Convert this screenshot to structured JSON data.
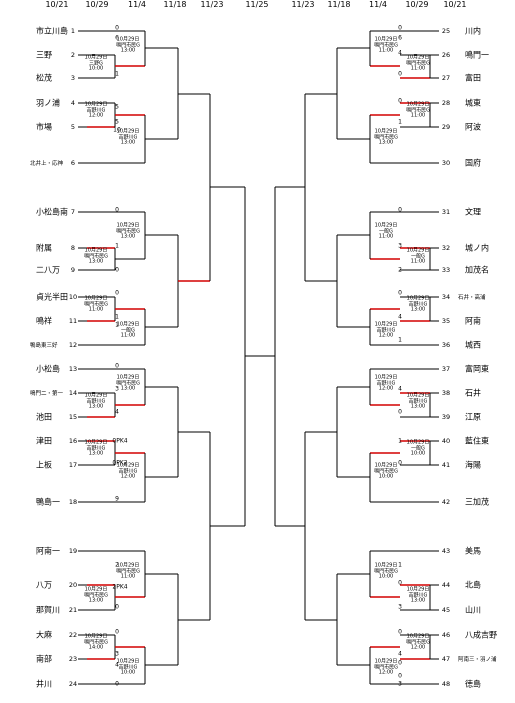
{
  "header": {
    "dates": [
      "10/21",
      "10/29",
      "11/4",
      "11/18",
      "11/23",
      "11/25",
      "11/23",
      "11/18",
      "11/4",
      "10/29",
      "10/21"
    ]
  },
  "colors": {
    "line": "#000000",
    "winner": "#d40000"
  },
  "left_teams": [
    {
      "num": "1",
      "name": "市立川島"
    },
    {
      "num": "2",
      "name": "三野"
    },
    {
      "num": "3",
      "name": "松茂"
    },
    {
      "num": "4",
      "name": "羽ノ浦"
    },
    {
      "num": "5",
      "name": "市場"
    },
    {
      "num": "6",
      "name": "北井上・応神"
    },
    {
      "num": "7",
      "name": "小松島南"
    },
    {
      "num": "8",
      "name": "附属"
    },
    {
      "num": "9",
      "name": "二八万"
    },
    {
      "num": "10",
      "name": "貞光半田"
    },
    {
      "num": "11",
      "name": "鳴祥"
    },
    {
      "num": "12",
      "name": "鴨島東三好"
    },
    {
      "num": "13",
      "name": "小松島"
    },
    {
      "num": "14",
      "name": "鳴門二・第一"
    },
    {
      "num": "15",
      "name": "池田"
    },
    {
      "num": "16",
      "name": "津田"
    },
    {
      "num": "17",
      "name": "上板"
    },
    {
      "num": "18",
      "name": "鴨島一"
    },
    {
      "num": "19",
      "name": "阿南一"
    },
    {
      "num": "20",
      "name": "八万"
    },
    {
      "num": "21",
      "name": "那賀川"
    },
    {
      "num": "22",
      "name": "大麻"
    },
    {
      "num": "23",
      "name": "南部"
    },
    {
      "num": "24",
      "name": "井川"
    }
  ],
  "right_teams": [
    {
      "num": "25",
      "name": "川内"
    },
    {
      "num": "26",
      "name": "鳴門一"
    },
    {
      "num": "27",
      "name": "富田"
    },
    {
      "num": "28",
      "name": "城東"
    },
    {
      "num": "29",
      "name": "阿波"
    },
    {
      "num": "30",
      "name": "国府"
    },
    {
      "num": "31",
      "name": "文理"
    },
    {
      "num": "32",
      "name": "城ノ内"
    },
    {
      "num": "33",
      "name": "加茂名"
    },
    {
      "num": "34",
      "name": "石井・高浦"
    },
    {
      "num": "35",
      "name": "阿南"
    },
    {
      "num": "36",
      "name": "城西"
    },
    {
      "num": "37",
      "name": "富岡東"
    },
    {
      "num": "38",
      "name": "石井"
    },
    {
      "num": "39",
      "name": "江原"
    },
    {
      "num": "40",
      "name": "藍住東"
    },
    {
      "num": "41",
      "name": "海陽"
    },
    {
      "num": "42",
      "name": "三加茂"
    },
    {
      "num": "43",
      "name": "美馬"
    },
    {
      "num": "44",
      "name": "北島"
    },
    {
      "num": "45",
      "name": "山川"
    },
    {
      "num": "46",
      "name": "八成吉野"
    },
    {
      "num": "47",
      "name": "阿南三・羽ノ浦"
    },
    {
      "num": "48",
      "name": "徳島"
    }
  ],
  "notes": [
    {
      "text": "10月29日\n鳴門市民G\n13:00"
    },
    {
      "text": "10月29日\n三野G\n10:00"
    },
    {
      "text": "10月29日\n吉野川G\n12:00"
    },
    {
      "text": "10月29日\n吉野川G\n13:00"
    },
    {
      "text": "10月29日\n鳴門市民G\n13:00"
    },
    {
      "text": "10月29日\n鳴門市民G\n13:00"
    },
    {
      "text": "10月29日\n鳴門市民G\n11:00"
    },
    {
      "text": "10月29日\n一般G\n11:00"
    },
    {
      "text": "10月29日\n鳴門市民G\n13:00"
    },
    {
      "text": "10月29日\n吉野川G\n13:00"
    },
    {
      "text": "10月29日\n吉野川G\n13:00"
    },
    {
      "text": "10月29日\n吉野川G\n12:00"
    },
    {
      "text": "10月29日\n鳴門市民G\n11:00"
    },
    {
      "text": "10月29日\n鳴門市民G\n13:00"
    },
    {
      "text": "10月29日\n鳴門市民G\n14:00"
    },
    {
      "text": "10月29日\n吉野川G\n10:00"
    },
    {
      "text": "10月29日\n鳴門市民G\n11:00"
    },
    {
      "text": "10月29日\n鳴門市民G\n11:00"
    },
    {
      "text": "10月29日\n鳴門市民G\n11:00"
    },
    {
      "text": "10月29日\n鳴門市民G\n13:00"
    },
    {
      "text": "10月29日\n一般G\n11:00"
    },
    {
      "text": "10月29日\n一般G\n11:00"
    },
    {
      "text": "10月29日\n吉野川G\n13:00"
    },
    {
      "text": "10月29日\n吉野川G\n12:00"
    },
    {
      "text": "10月29日\n吉野川G\n12:00"
    },
    {
      "text": "10月29日\n吉野川G\n13:00"
    },
    {
      "text": "10月29日\n一般G\n10:00"
    },
    {
      "text": "10月29日\n鳴門市民G\n10:00"
    },
    {
      "text": "10月29日\n鳴門市民G\n10:00"
    },
    {
      "text": "10月29日\n吉野川G\n13:00"
    },
    {
      "text": "10月29日\n鳴門市民G\n12:00"
    },
    {
      "text": "10月29日\n鳴門市民G\n12:00"
    }
  ],
  "scores": [
    "0",
    "6",
    "1",
    "5",
    "5",
    "10",
    "0",
    "1",
    "0",
    "0",
    "1",
    "1",
    "0",
    "3",
    "4",
    "0PK4",
    "0PK2",
    "9",
    "2",
    "2PK4",
    "0",
    "0",
    "3",
    "4",
    "0",
    "0",
    "6",
    "4",
    "0",
    "0",
    "1",
    "0",
    "3",
    "2",
    "0",
    "4",
    "1",
    "4",
    "0",
    "1",
    "0",
    "1",
    "0",
    "3",
    "0",
    "4",
    "0",
    "0",
    "3"
  ]
}
